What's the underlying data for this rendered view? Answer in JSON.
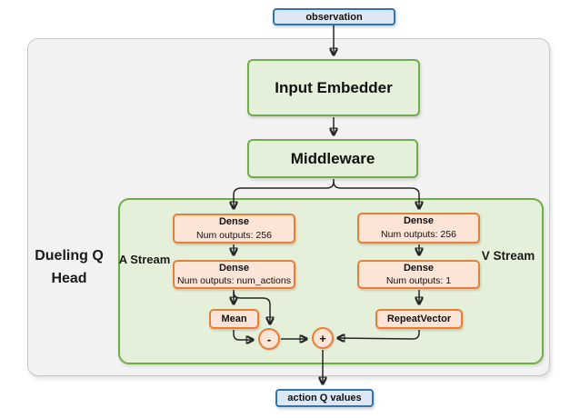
{
  "colors": {
    "green_fill": "#e5f0db",
    "green_border": "#6fad47",
    "orange_fill": "#fce4d6",
    "orange_border": "#ed7d31",
    "blue_fill": "#dce9f5",
    "blue_border": "#2e75b6",
    "container_fill": "#f2f2f2",
    "arrow": "#262626"
  },
  "nodes": {
    "observation": "observation",
    "input_embedder": "Input Embedder",
    "middleware": "Middleware",
    "head_label": "Dueling Q Head",
    "a_stream_label": "A Stream",
    "v_stream_label": "V Stream",
    "a_dense1": {
      "title": "Dense",
      "detail": "Num outputs: 256"
    },
    "a_dense2": {
      "title": "Dense",
      "detail": "Num outputs: num_actions"
    },
    "mean": "Mean",
    "v_dense1": {
      "title": "Dense",
      "detail": "Num outputs: 256"
    },
    "v_dense2": {
      "title": "Dense",
      "detail": "Num outputs: 1"
    },
    "repeat_vector": "RepeatVector",
    "minus_op": "-",
    "plus_op": "+",
    "action_q_values": "action Q values"
  }
}
